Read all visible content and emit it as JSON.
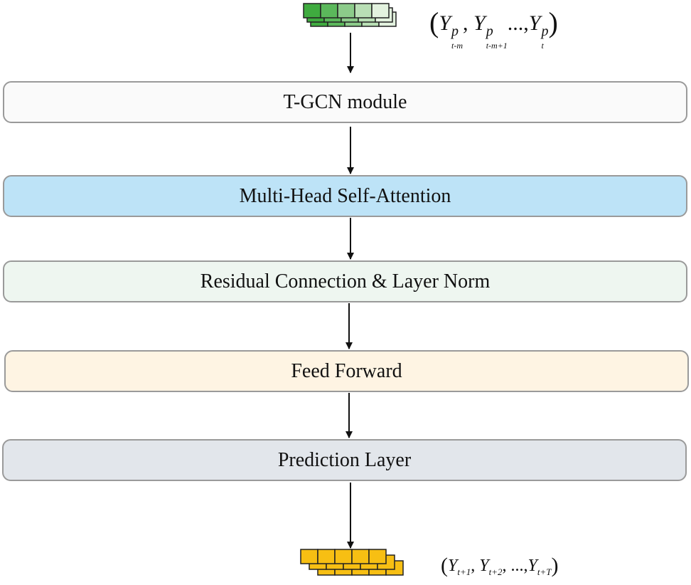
{
  "blocks": {
    "tgcn": {
      "label": "T-GCN module",
      "fill": "#fafafa"
    },
    "mhsa": {
      "label": "Multi-Head Self-Attention",
      "fill": "#bde3f7"
    },
    "residual": {
      "label": "Residual Connection & Layer Norm",
      "fill": "#eef6f0"
    },
    "feedforward": {
      "label": "Feed Forward",
      "fill": "#fef4e3"
    },
    "prediction": {
      "label": "Prediction Layer",
      "fill": "#e2e6eb"
    }
  },
  "input": {
    "grid_colors": [
      "#3fab3f",
      "#5bb85b",
      "#8ccb8a",
      "#b9dfb5",
      "#e3f2df"
    ],
    "formula": {
      "var": "Y",
      "sup": "p",
      "subs": [
        "t-m",
        "t-m+1",
        "t"
      ],
      "ellipsis": "...,"
    }
  },
  "output": {
    "grid_color": "#f7bf13",
    "formula": {
      "var": "Y",
      "subs": [
        "t+1",
        "t+2",
        "t+T"
      ],
      "ellipsis": "...,"
    }
  }
}
